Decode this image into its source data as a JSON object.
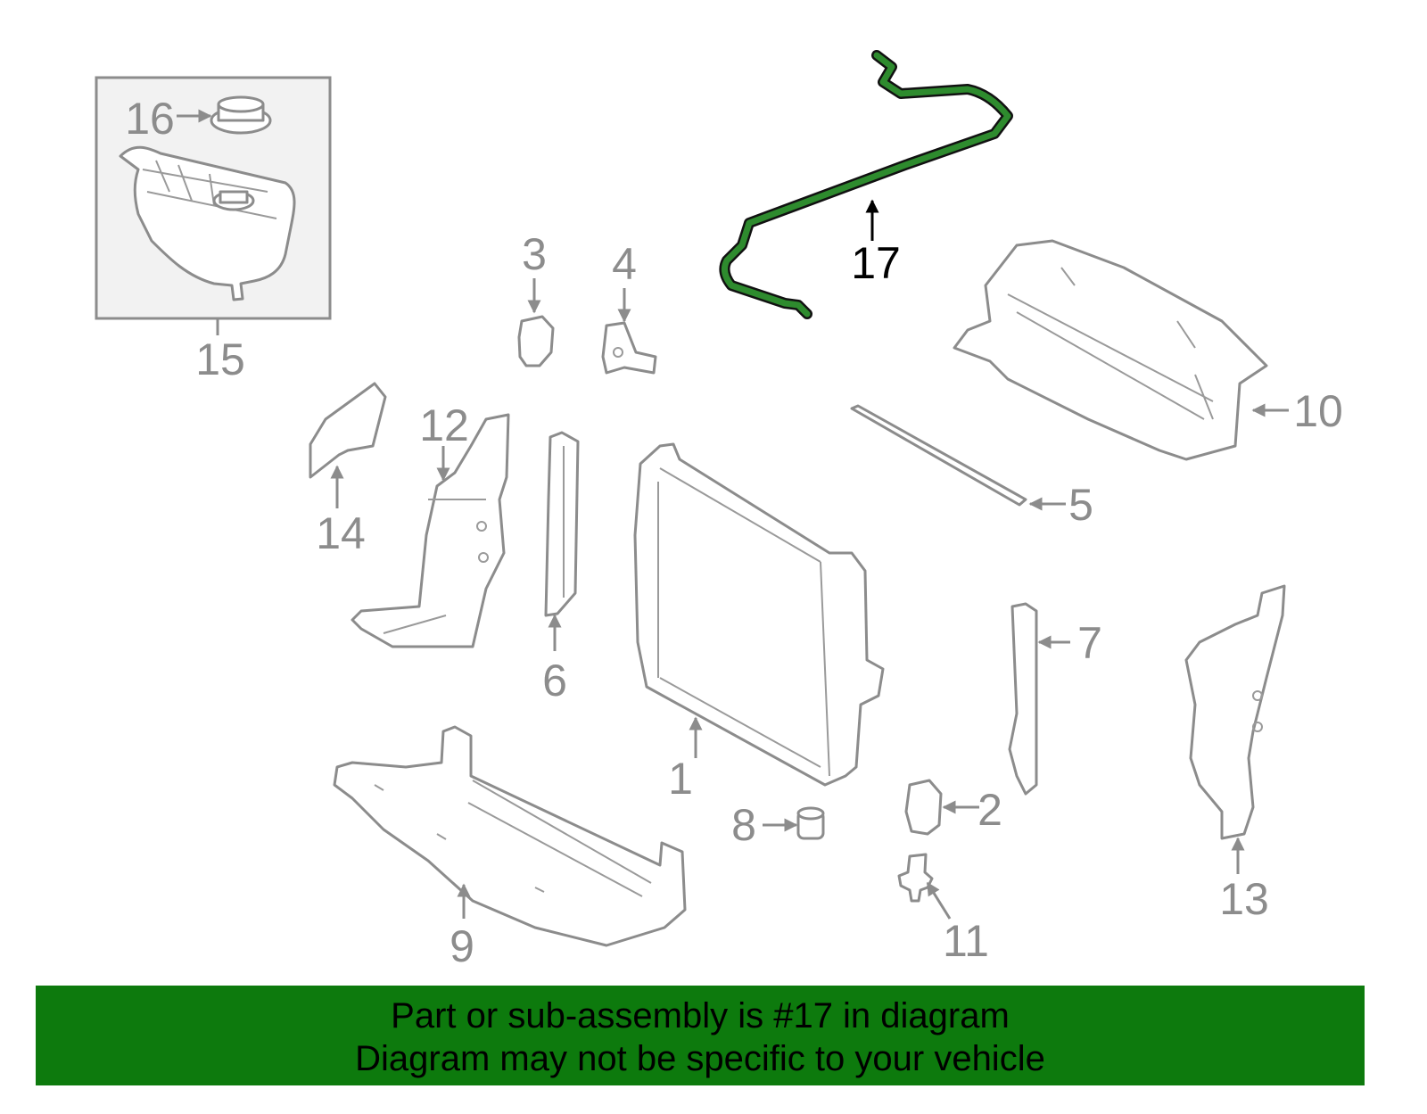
{
  "colors": {
    "highlight": "#2e8b2e",
    "banner": "#0d7a0d",
    "part_line": "#8c8c8c"
  },
  "callouts": {
    "c1": "1",
    "c2": "2",
    "c3": "3",
    "c4": "4",
    "c5": "5",
    "c6": "6",
    "c7": "7",
    "c8": "8",
    "c9": "9",
    "c10": "10",
    "c11": "11",
    "c12": "12",
    "c13": "13",
    "c14": "14",
    "c15": "15",
    "c16": "16",
    "c17": "17"
  },
  "banner": {
    "line1": "Part or sub-assembly is #17 in diagram",
    "line2": "Diagram may not be specific to your vehicle"
  }
}
